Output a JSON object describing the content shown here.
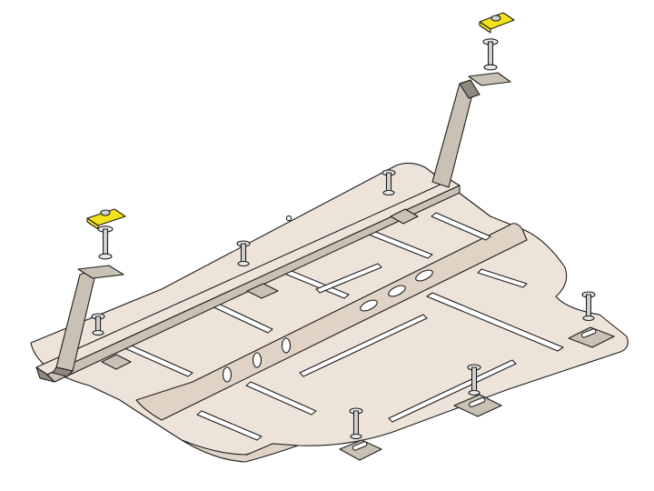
{
  "diagram": {
    "kind": "isometric-line-drawing",
    "subject": "skid-plate-assembly",
    "colors": {
      "background": "#ffffff",
      "plate": "#eee3d8",
      "plate_shade": "#e0d3c6",
      "bracket": "#c9c2b4",
      "bracket_dark": "#8f887c",
      "slot": "#ffffff",
      "clip_nut": "#f4e21c",
      "washer": "#e9e9e9",
      "bolt": "#d2d2d2",
      "outline": "#1c1c1c"
    },
    "parts": {
      "support_brackets": 2,
      "clip_nuts": 2,
      "mounting_bolts": 8,
      "mounting_tabs": 5,
      "plate_slots": 12,
      "oval_holes": 6
    }
  }
}
